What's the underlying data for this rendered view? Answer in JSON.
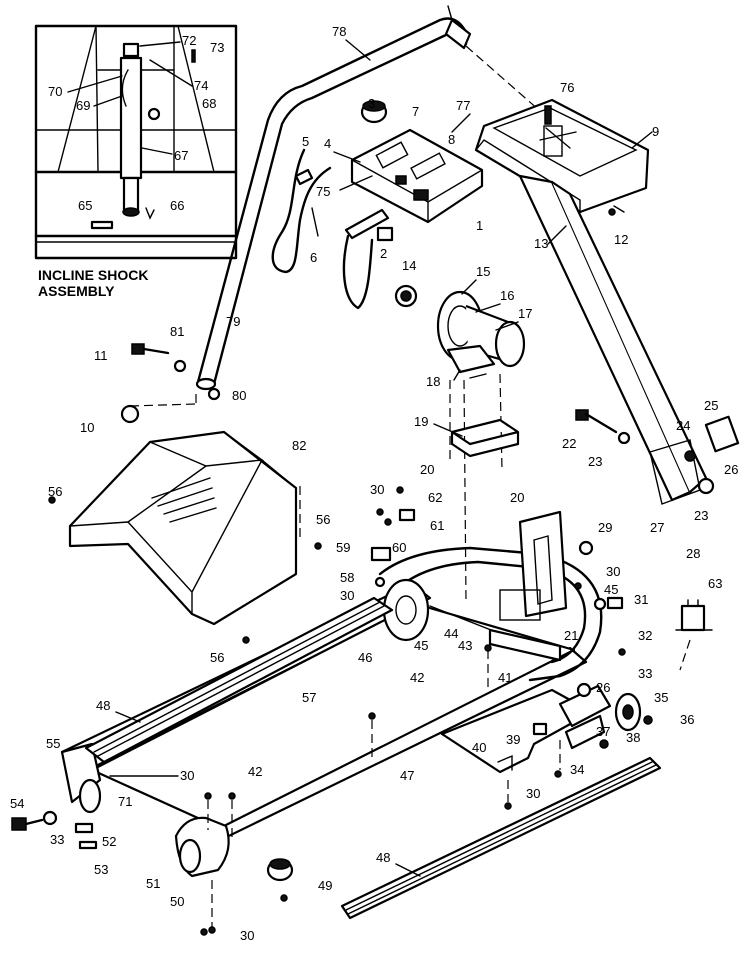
{
  "inset": {
    "caption_line1": "INCLINE SHOCK",
    "caption_line2": "ASSEMBLY"
  },
  "labels": [
    {
      "id": "72",
      "text": "72"
    },
    {
      "id": "73",
      "text": "73"
    },
    {
      "id": "70",
      "text": "70"
    },
    {
      "id": "74",
      "text": "74"
    },
    {
      "id": "69",
      "text": "69"
    },
    {
      "id": "68",
      "text": "68"
    },
    {
      "id": "67",
      "text": "67"
    },
    {
      "id": "65",
      "text": "65"
    },
    {
      "id": "66",
      "text": "66"
    },
    {
      "id": "78",
      "text": "78"
    },
    {
      "id": "76",
      "text": "76"
    },
    {
      "id": "77",
      "text": "77"
    },
    {
      "id": "3",
      "text": "3"
    },
    {
      "id": "7",
      "text": "7"
    },
    {
      "id": "5",
      "text": "5"
    },
    {
      "id": "4",
      "text": "4"
    },
    {
      "id": "8",
      "text": "8"
    },
    {
      "id": "9",
      "text": "9"
    },
    {
      "id": "75",
      "text": "75"
    },
    {
      "id": "1",
      "text": "1"
    },
    {
      "id": "6",
      "text": "6"
    },
    {
      "id": "2",
      "text": "2"
    },
    {
      "id": "12",
      "text": "12"
    },
    {
      "id": "13",
      "text": "13"
    },
    {
      "id": "14",
      "text": "14"
    },
    {
      "id": "15",
      "text": "15"
    },
    {
      "id": "16",
      "text": "16"
    },
    {
      "id": "17",
      "text": "17"
    },
    {
      "id": "79",
      "text": "79"
    },
    {
      "id": "81",
      "text": "81"
    },
    {
      "id": "11",
      "text": "11"
    },
    {
      "id": "18",
      "text": "18"
    },
    {
      "id": "80",
      "text": "80"
    },
    {
      "id": "10",
      "text": "10"
    },
    {
      "id": "19",
      "text": "19"
    },
    {
      "id": "22",
      "text": "22"
    },
    {
      "id": "25",
      "text": "25"
    },
    {
      "id": "24",
      "text": "24"
    },
    {
      "id": "23a",
      "text": "23"
    },
    {
      "id": "26a",
      "text": "26"
    },
    {
      "id": "82",
      "text": "82"
    },
    {
      "id": "20a",
      "text": "20"
    },
    {
      "id": "23b",
      "text": "23"
    },
    {
      "id": "56a",
      "text": "56"
    },
    {
      "id": "30a",
      "text": "30"
    },
    {
      "id": "62",
      "text": "62"
    },
    {
      "id": "20b",
      "text": "20"
    },
    {
      "id": "27",
      "text": "27"
    },
    {
      "id": "56b",
      "text": "56"
    },
    {
      "id": "61",
      "text": "61"
    },
    {
      "id": "29",
      "text": "29"
    },
    {
      "id": "59",
      "text": "59"
    },
    {
      "id": "60",
      "text": "60"
    },
    {
      "id": "30b",
      "text": "30"
    },
    {
      "id": "63",
      "text": "63"
    },
    {
      "id": "58",
      "text": "58"
    },
    {
      "id": "28",
      "text": "28"
    },
    {
      "id": "45a",
      "text": "45"
    },
    {
      "id": "30c",
      "text": "30"
    },
    {
      "id": "31",
      "text": "31"
    },
    {
      "id": "56c",
      "text": "56"
    },
    {
      "id": "44",
      "text": "44"
    },
    {
      "id": "21",
      "text": "21"
    },
    {
      "id": "46",
      "text": "46"
    },
    {
      "id": "45b",
      "text": "45"
    },
    {
      "id": "43",
      "text": "43"
    },
    {
      "id": "32",
      "text": "32"
    },
    {
      "id": "33a",
      "text": "33"
    },
    {
      "id": "42a",
      "text": "42"
    },
    {
      "id": "41",
      "text": "41"
    },
    {
      "id": "26b",
      "text": "26"
    },
    {
      "id": "48a",
      "text": "48"
    },
    {
      "id": "57",
      "text": "57"
    },
    {
      "id": "35",
      "text": "35"
    },
    {
      "id": "36",
      "text": "36"
    },
    {
      "id": "37",
      "text": "37"
    },
    {
      "id": "55",
      "text": "55"
    },
    {
      "id": "40",
      "text": "40"
    },
    {
      "id": "39",
      "text": "39"
    },
    {
      "id": "38",
      "text": "38"
    },
    {
      "id": "30d",
      "text": "30"
    },
    {
      "id": "42b",
      "text": "42"
    },
    {
      "id": "47",
      "text": "47"
    },
    {
      "id": "34",
      "text": "34"
    },
    {
      "id": "71",
      "text": "71"
    },
    {
      "id": "30e",
      "text": "30"
    },
    {
      "id": "54",
      "text": "54"
    },
    {
      "id": "33b",
      "text": "33"
    },
    {
      "id": "52",
      "text": "52"
    },
    {
      "id": "53",
      "text": "53"
    },
    {
      "id": "48b",
      "text": "48"
    },
    {
      "id": "51",
      "text": "51"
    },
    {
      "id": "50",
      "text": "50"
    },
    {
      "id": "49",
      "text": "49"
    },
    {
      "id": "30f",
      "text": "30"
    }
  ]
}
